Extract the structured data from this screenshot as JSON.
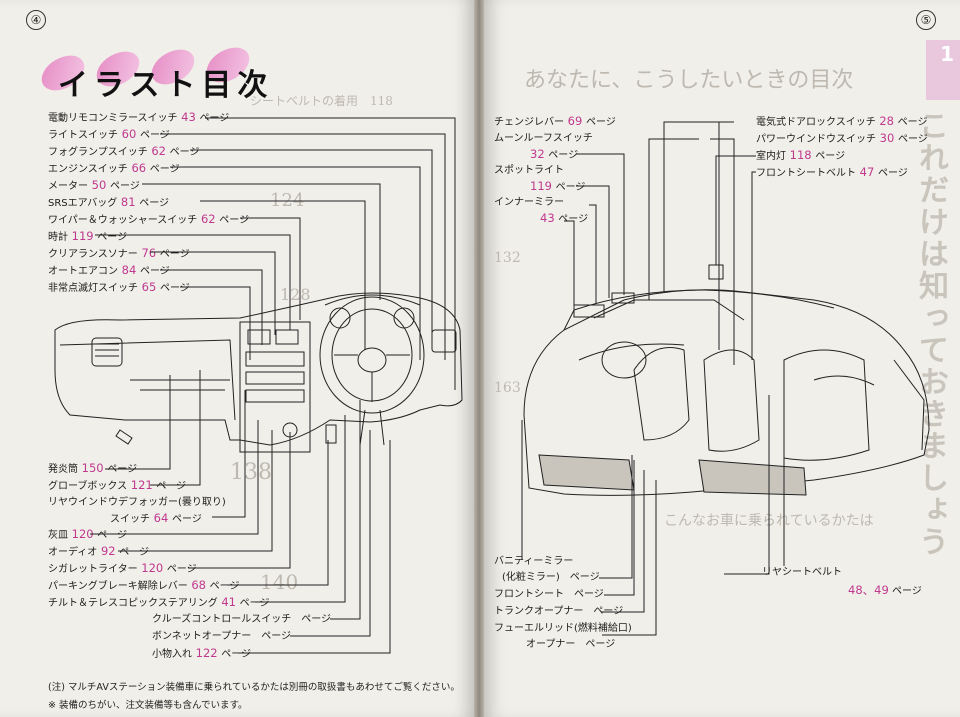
{
  "page_left_number": "④",
  "page_right_number": "⑤",
  "title": "イラスト目次",
  "left_labels": [
    {
      "text": "電動リモコンミラースイッチ",
      "page": "43",
      "suffix": "ページ"
    },
    {
      "text": "ライトスイッチ",
      "page": "60",
      "suffix": "ページ"
    },
    {
      "text": "フォグランプスイッチ",
      "page": "62",
      "suffix": "ページ"
    },
    {
      "text": "エンジンスイッチ",
      "page": "66",
      "suffix": "ページ"
    },
    {
      "text": "メーター",
      "page": "50",
      "suffix": "ページ"
    },
    {
      "text": "SRSエアバッグ",
      "page": "81",
      "suffix": "ページ"
    },
    {
      "text": "ワイパー＆ウォッシャースイッチ",
      "page": "62",
      "suffix": "ページ"
    },
    {
      "text": "時計",
      "page": "119",
      "suffix": "ページ"
    },
    {
      "text": "クリアランスソナー",
      "page": "76",
      "suffix": "ページ"
    },
    {
      "text": "オートエアコン",
      "page": "84",
      "suffix": "ページ"
    },
    {
      "text": "非常点滅灯スイッチ",
      "page": "65",
      "suffix": "ページ"
    }
  ],
  "left_bottom_labels": [
    {
      "text": "発炎筒",
      "page": "150",
      "suffix": "ページ"
    },
    {
      "text": "グローブボックス",
      "page": "121",
      "suffix": "ページ"
    },
    {
      "text": "リヤウインドウデフォッガー(曇り取り)",
      "page": "",
      "suffix": ""
    },
    {
      "text": "スイッチ",
      "page": "64",
      "suffix": "ページ"
    },
    {
      "text": "灰皿",
      "page": "120",
      "suffix": "ページ"
    },
    {
      "text": "オーディオ",
      "page": "92",
      "suffix": "ページ"
    },
    {
      "text": "シガレットライター",
      "page": "120",
      "suffix": "ページ"
    },
    {
      "text": "パーキングブレーキ解除レバー",
      "page": "68",
      "suffix": "ページ"
    },
    {
      "text": "チルト＆テレスコピックステアリング",
      "page": "41",
      "suffix": "ページ"
    },
    {
      "text": "クルーズコントロールスイッチ",
      "page": "",
      "suffix": "ページ"
    },
    {
      "text": "ボンネットオープナー",
      "page": "",
      "suffix": "ページ"
    },
    {
      "text": "小物入れ",
      "page": "122",
      "suffix": "ページ"
    }
  ],
  "notes": [
    "(注) マルチAVステーション装備車に乗られているかたは別冊の取扱書もあわせてご覧ください。",
    "※ 装備のちがい、注文装備等も含んでいます。"
  ],
  "right_labels_left": [
    {
      "text": "チェンジレバー",
      "page": "69",
      "suffix": "ページ"
    },
    {
      "text": "ムーンルーフスイッチ",
      "page": "",
      "suffix": ""
    },
    {
      "text": "",
      "page": "32",
      "suffix": "ページ"
    },
    {
      "text": "スポットライト",
      "page": "",
      "suffix": ""
    },
    {
      "text": "",
      "page": "119",
      "suffix": "ページ"
    },
    {
      "text": "インナーミラー",
      "page": "",
      "suffix": ""
    },
    {
      "text": "",
      "page": "43",
      "suffix": "ページ"
    }
  ],
  "right_labels_right": [
    {
      "text": "電気式ドアロックスイッチ",
      "page": "28",
      "suffix": "ページ"
    },
    {
      "text": "パワーウインドウスイッチ",
      "page": "30",
      "suffix": "ページ"
    },
    {
      "text": "室内灯",
      "page": "118",
      "suffix": "ページ"
    },
    {
      "text": "フロントシートベルト",
      "page": "47",
      "suffix": "ページ"
    }
  ],
  "right_bottom_labels": [
    {
      "text": "バニティーミラー",
      "page": "",
      "suffix": ""
    },
    {
      "text": "(化粧ミラー)",
      "page": "",
      "suffix": "ページ"
    },
    {
      "text": "フロントシート",
      "page": "",
      "suffix": "ページ"
    },
    {
      "text": "トランクオープナー",
      "page": "",
      "suffix": "ページ"
    },
    {
      "text": "フューエルリッド(燃料補給口)",
      "page": "",
      "suffix": ""
    },
    {
      "text": "オープナー",
      "page": "",
      "suffix": "ページ"
    }
  ],
  "rear_belt": {
    "text": "リヤシートベルト",
    "page": "48、49",
    "suffix": "ページ"
  },
  "tab_number": "1",
  "vertical_heading": "これだけは知っておきましょう",
  "colors": {
    "accent_pink": "#c0398f",
    "petal": "#e58ac4"
  }
}
